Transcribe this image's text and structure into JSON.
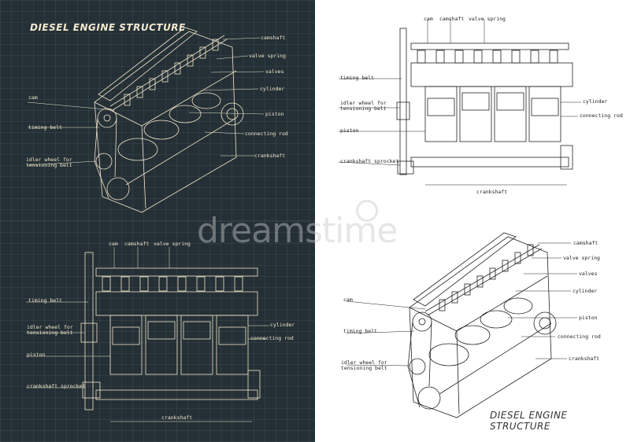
{
  "title": "DIESEL ENGINE STRUCTURE",
  "watermark": "dreamstime",
  "colors": {
    "dark_bg": "#243036",
    "line_dark": "#f2e6c9",
    "line_light": "#222222",
    "light_bg": "#ffffff"
  },
  "labels": {
    "cam": "cam",
    "camshaft": "camshaft",
    "valve_spring": "valve spring",
    "valves": "valves",
    "cylinder": "cylinder",
    "piston": "piston",
    "connecting_rod": "connecting rod",
    "crankshaft": "crankshaft",
    "timing_belt": "timing belt",
    "idler_wheel": "idler wheel for\ntensioning belt",
    "crankshaft_sprocket": "crankshaft sprocket"
  }
}
